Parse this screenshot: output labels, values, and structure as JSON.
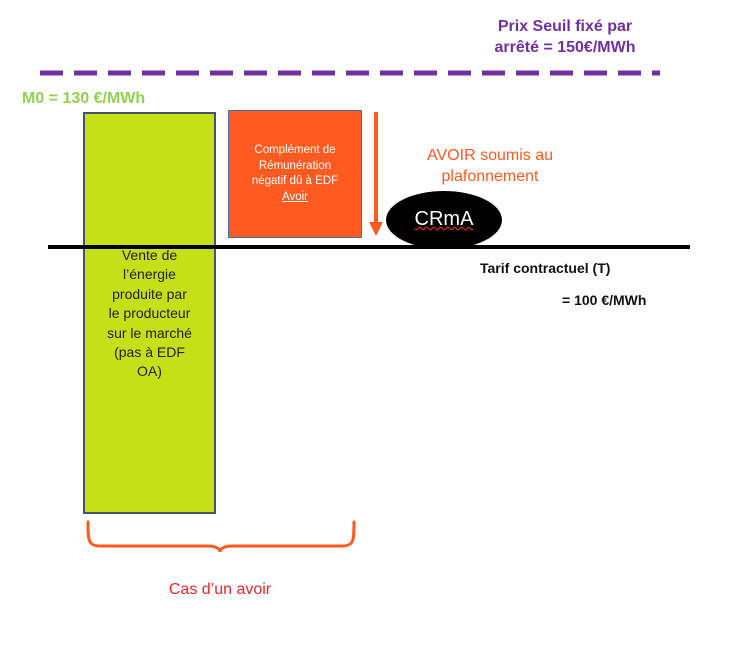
{
  "threshold": {
    "line1": "Prix Seuil fixé par",
    "line2": "arrêté = 150€/MWh"
  },
  "m0": {
    "label": "M0 = 130 €/MWh"
  },
  "sale_bar": {
    "lines": [
      "Vente de",
      "l’énergie",
      "produite par",
      "le producteur",
      "sur le marché",
      "(pas à EDF",
      "OA)"
    ]
  },
  "complement": {
    "line1": "Complément de",
    "line2": "Rémunération",
    "line3": "négatif dû à EDF",
    "line4": "Avoir"
  },
  "avoir_cap": {
    "line1": "AVOIR soumis au",
    "line2": "plafonnement"
  },
  "crma": {
    "label": "CRmA"
  },
  "tariff": {
    "label": "Tarif contractuel (T)",
    "value": "= 100 €/MWh"
  },
  "case": {
    "label": "Cas d’un avoir"
  },
  "colors": {
    "threshold": "#7030a0",
    "m0": "#92d050",
    "sale_bar": "#c5e017",
    "complement": "#ff5a1f",
    "brace": "#ff5a1f",
    "case": "#e8262b"
  }
}
